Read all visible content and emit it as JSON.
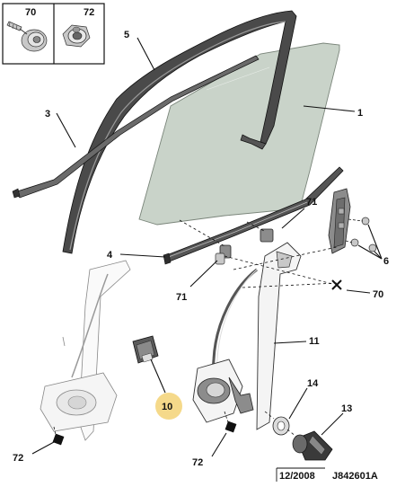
{
  "callouts": {
    "c1": "1",
    "c3": "3",
    "c4": "4",
    "c5": "5",
    "c6": "6",
    "c10": "10",
    "c11": "11",
    "c13": "13",
    "c14": "14",
    "c70_box": "70",
    "c70": "70",
    "c71_top": "71",
    "c71_bottom": "71",
    "c72_box": "72",
    "c72_left": "72",
    "c72_right": "72"
  },
  "footer": {
    "date": "12/2008",
    "reference": "J842601A"
  },
  "colors": {
    "glass": "#c9d3c9",
    "highlight": "#f5d98a",
    "seal": "#3a3a3a"
  }
}
